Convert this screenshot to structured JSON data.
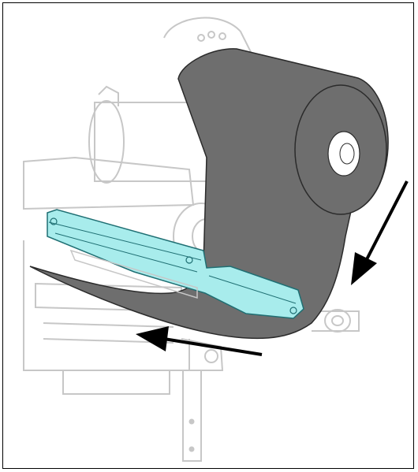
{
  "figure": {
    "colors": {
      "ribbon": "#6e6e6e",
      "ribbon_edge": "#2b2b2b",
      "printhead_highlight": "#a8ecec",
      "printhead_edge": "#1f6f73",
      "mechanism_line": "#c7c7c7",
      "arrow": "#000000",
      "border": "#000000"
    },
    "icons": [
      "ribbon-roll",
      "printhead-assembly",
      "ribbon-path-arrow",
      "ribbon-path-arrow"
    ]
  }
}
